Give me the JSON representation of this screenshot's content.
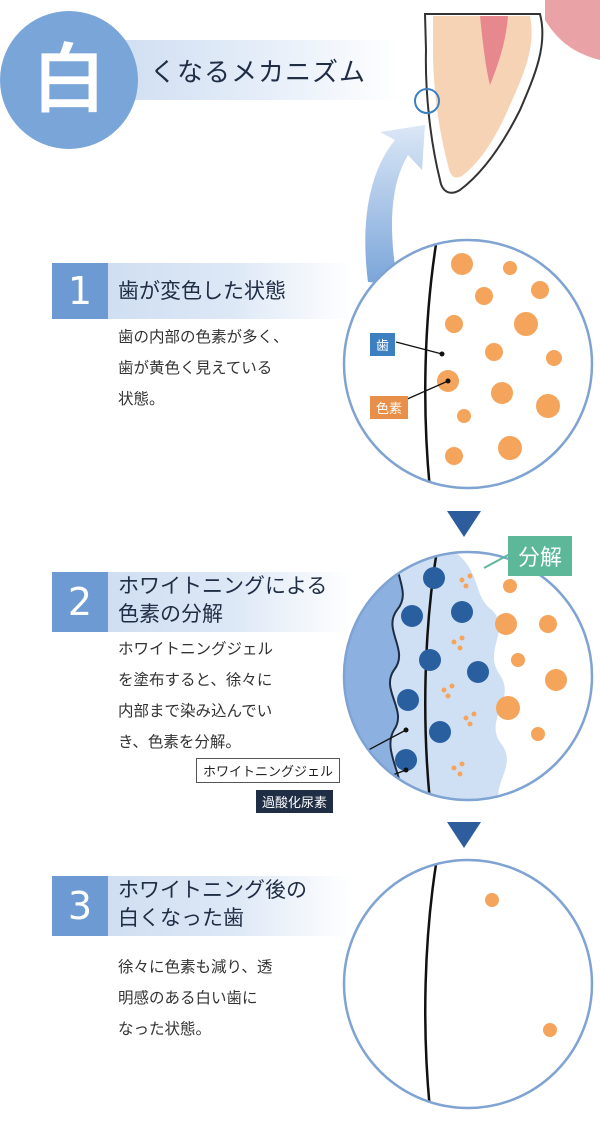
{
  "header": {
    "kanji": "白",
    "title": "くなるメカニズム"
  },
  "steps": [
    {
      "number": "1",
      "title": "歯が変色した状態",
      "description": [
        "歯の内部の色素が多く、",
        "歯が黄色く見えている",
        "状態。"
      ]
    },
    {
      "number": "2",
      "title_lines": [
        "ホワイトニングによる",
        "色素の分解"
      ],
      "description": [
        "ホワイトニングジェル",
        "を塗布すると、徐々に",
        "内部まで染み込んでい",
        "き、色素を分解。"
      ]
    },
    {
      "number": "3",
      "title_lines": [
        "ホワイトニング後の",
        "白くなった歯"
      ],
      "description": [
        "徐々に色素も減り、透",
        "明感のある白い歯に",
        "なった状態。"
      ]
    }
  ],
  "labels": {
    "tooth": "歯",
    "pigment": "色素",
    "decompose": "分解",
    "gel": "ホワイトニングジェル",
    "peroxide": "過酸化尿素"
  },
  "colors": {
    "accent_blue": "#6e9ad3",
    "navy": "#1f2d45",
    "pigment_orange": "#f5a45c",
    "peroxide_blue": "#2a5f9f",
    "gel_blue": "#8cb1e0",
    "decompose_green": "#5db89a"
  }
}
